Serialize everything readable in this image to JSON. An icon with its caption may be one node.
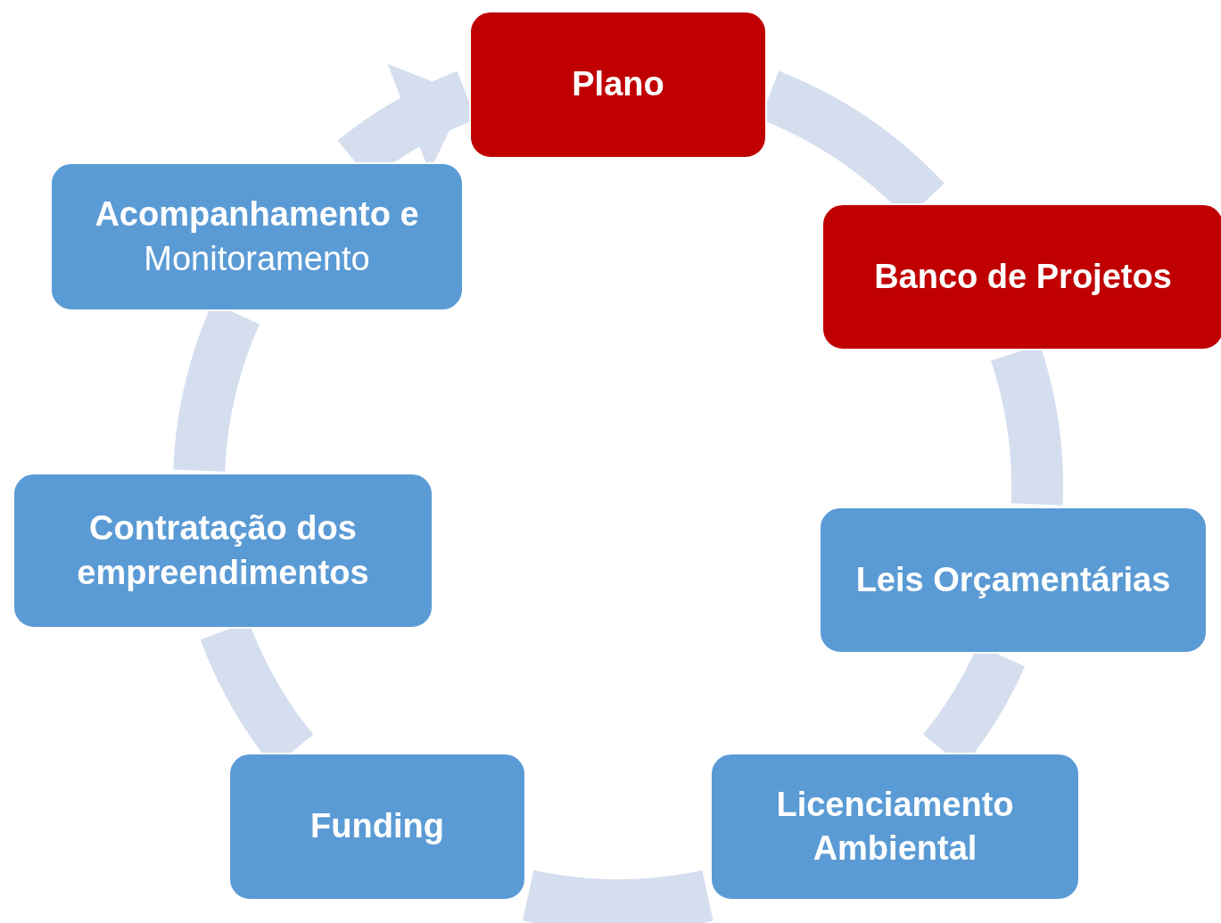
{
  "diagram": {
    "nodes": [
      {
        "text": [
          "Plano"
        ]
      },
      {
        "text": [
          "Banco de Projetos"
        ]
      },
      {
        "text": [
          "Leis Orçamentárias"
        ]
      },
      {
        "text": [
          "Licenciamento Ambiental"
        ]
      },
      {
        "text": [
          "Funding"
        ]
      },
      {
        "text": [
          "Contratação dos empreendimentos"
        ]
      },
      {
        "text": [
          "**Acompanhamento e** Monitoramento"
        ]
      }
    ],
    "edges": [
      {
        "from": 0,
        "to": 1,
        "arrow": "none"
      },
      {
        "from": 1,
        "to": 2,
        "arrow": "none"
      },
      {
        "from": 2,
        "to": 3,
        "arrow": "none"
      },
      {
        "from": 3,
        "to": 4,
        "arrow": "none"
      },
      {
        "from": 4,
        "to": 5,
        "arrow": "none"
      },
      {
        "from": 5,
        "to": 6,
        "arrow": "none"
      },
      {
        "from": 6,
        "to": 0,
        "arrow": "to"
      }
    ]
  }
}
